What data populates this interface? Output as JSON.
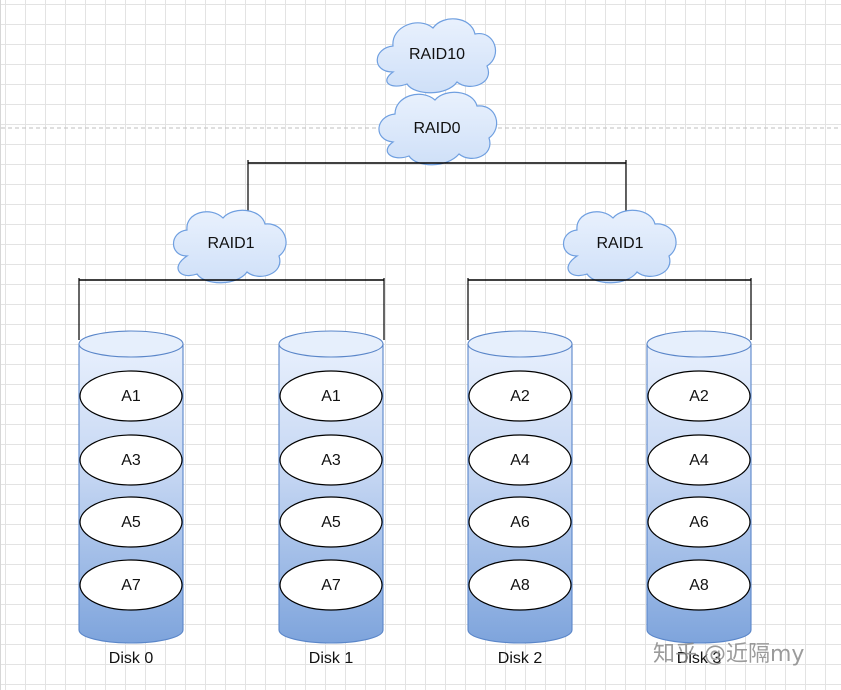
{
  "diagram": {
    "top_level": "RAID10",
    "stripe_level": "RAID0",
    "mirror_groups": [
      {
        "label": "RAID1"
      },
      {
        "label": "RAID1"
      }
    ],
    "disks": [
      {
        "label": "Disk 0",
        "blocks": [
          "A1",
          "A3",
          "A5",
          "A7"
        ]
      },
      {
        "label": "Disk 1",
        "blocks": [
          "A1",
          "A3",
          "A5",
          "A7"
        ]
      },
      {
        "label": "Disk 2",
        "blocks": [
          "A2",
          "A4",
          "A6",
          "A8"
        ]
      },
      {
        "label": "Disk 3",
        "blocks": [
          "A2",
          "A4",
          "A6",
          "A8"
        ]
      }
    ]
  },
  "watermark": "知乎 @近隔my",
  "colors": {
    "cloud_fill": "#dbe7fb",
    "cloud_stroke": "#6f9fe0",
    "disk_top": "#e6effc",
    "disk_bottom": "#7ea4dc",
    "disk_stroke": "#5a86c9",
    "connector": "#000000",
    "dashed_separator": "#bfbfbf"
  }
}
